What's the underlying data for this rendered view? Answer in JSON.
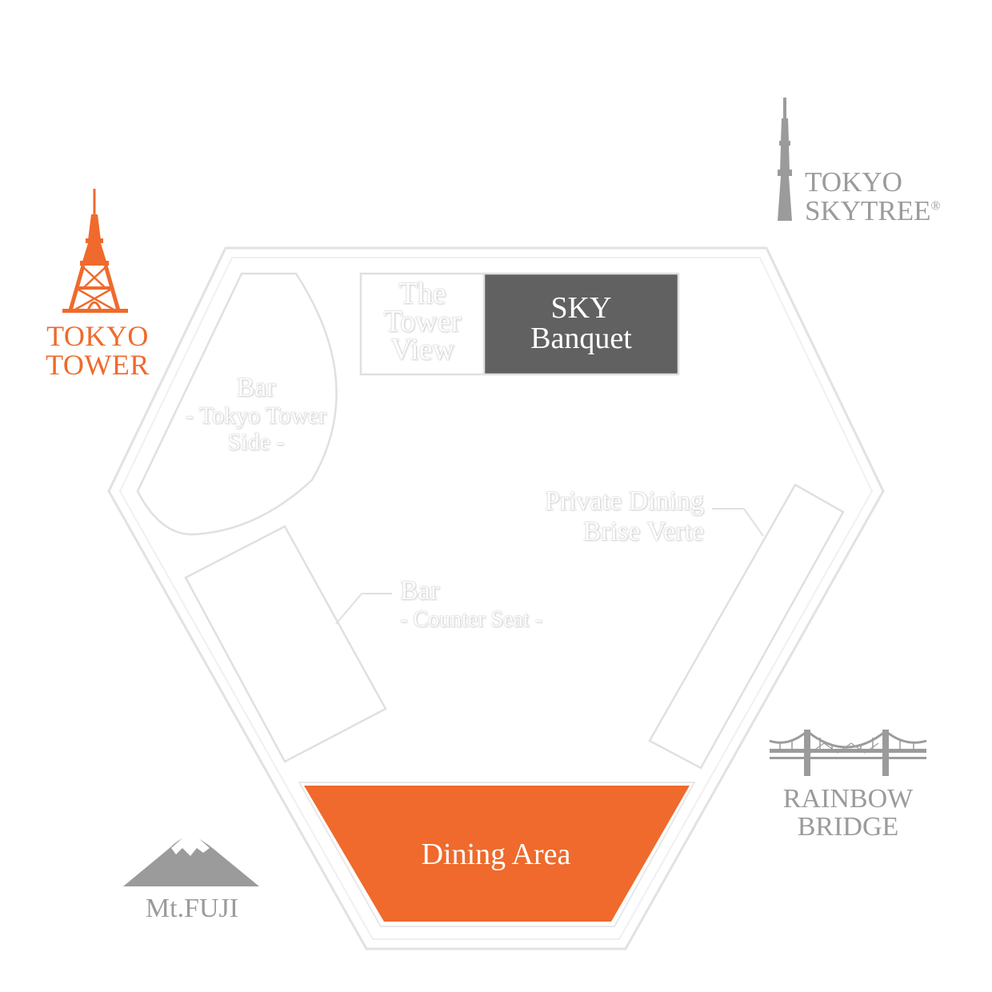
{
  "colors": {
    "accent": "#ef6a2c",
    "banquet": "#616161",
    "landmark_gray": "#9b9b9b",
    "outline": "#e4e4e4"
  },
  "landmarks": {
    "tokyo_tower": {
      "line1": "TOKYO",
      "line2": "TOWER",
      "icon": "tokyo-tower-icon"
    },
    "tokyo_skytree": {
      "line1": "TOKYO",
      "line2": "SKYTREE",
      "mark": "®",
      "icon": "skytree-icon"
    },
    "rainbow_bridge": {
      "line1": "RAINBOW",
      "line2": "BRIDGE",
      "icon": "bridge-icon"
    },
    "mt_fuji": {
      "label": "Mt.FUJI",
      "icon": "mountain-icon"
    }
  },
  "areas": {
    "tower_view": {
      "line1": "The",
      "line2": "Tower",
      "line3": "View"
    },
    "sky_banquet": {
      "line1": "SKY",
      "line2": "Banquet"
    },
    "bar_tower_side": {
      "line1": "Bar",
      "line2": "- Tokyo Tower",
      "line3": "Side -"
    },
    "private_dining": {
      "line1": "Private Dining",
      "line2": "Brise Verte"
    },
    "bar_counter": {
      "line1": "Bar",
      "line2": "- Counter Seat -"
    },
    "dining_area": {
      "label": "Dining Area"
    }
  }
}
